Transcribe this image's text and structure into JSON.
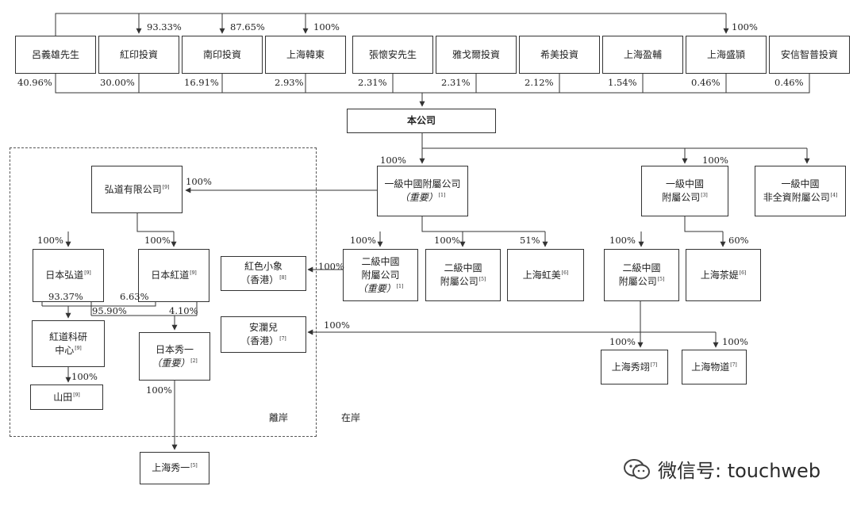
{
  "shareholders": [
    {
      "name": "呂義雄先生",
      "pct": "40.96%"
    },
    {
      "name": "紅印投資",
      "pct": "30.00%"
    },
    {
      "name": "南印投資",
      "pct": "16.91%"
    },
    {
      "name": "上海韓東",
      "pct": "2.93%"
    },
    {
      "name": "張懷安先生",
      "pct": "2.31%"
    },
    {
      "name": "雅戈爾投資",
      "pct": "2.31%"
    },
    {
      "name": "希美投資",
      "pct": "2.12%"
    },
    {
      "name": "上海盈輔",
      "pct": "1.54%"
    },
    {
      "name": "上海盛頴",
      "pct": "0.46%"
    },
    {
      "name": "安信智普投資",
      "pct": "0.46%"
    }
  ],
  "top_links": [
    "93.33%",
    "87.65%",
    "100%",
    "100%"
  ],
  "company": "本公司",
  "pct_100": "100%",
  "pct_51": "51%",
  "pct_60": "60%",
  "pct_9337": "93.37%",
  "pct_663": "6.63%",
  "pct_9590": "95.90%",
  "pct_410": "4.10%",
  "important": "（重要）",
  "first_level_a": {
    "line1": "一級中國附屬公司",
    "note": "[1]"
  },
  "first_level_b": {
    "line1": "一級中國",
    "line2": "附屬公司",
    "note": "[3]"
  },
  "first_level_c": {
    "line1": "一級中國",
    "line2": "非全資附屬公司",
    "note": "[4]"
  },
  "second_level_a": {
    "line1": "二級中國",
    "line2": "附屬公司",
    "note": "[1]"
  },
  "second_level_b": {
    "line1": "二級中國",
    "line2": "附屬公司",
    "note": "[5]"
  },
  "shanghai_hongmei": {
    "name": "上海虹美",
    "note": "[6]"
  },
  "second_level_c": {
    "line1": "二級中國",
    "line2": "附屬公司",
    "note": "[5]"
  },
  "shanghai_chaxu": {
    "name": "上海茶媞",
    "note": "[6]"
  },
  "shanghai_xiuyi": {
    "name": "上海秀翊",
    "note": "[7]"
  },
  "shanghai_wudao": {
    "name": "上海物道",
    "note": "[7]"
  },
  "hongdao_ltd": {
    "name": "弘道有限公司",
    "note": "[9]"
  },
  "japan_hongdao": {
    "name": "日本弘道",
    "note": "[9]"
  },
  "japan_hongdao2": {
    "name": "日本紅道",
    "note": "[9]"
  },
  "red_elephant": {
    "line1": "紅色小象",
    "line2": "（香港）",
    "note": "[8]"
  },
  "anlan": {
    "line1": "安瀾兒",
    "line2": "（香港）",
    "note": "[7]"
  },
  "hongdao_research": {
    "line1": "紅道科研",
    "line2": "中心",
    "note": "[9]"
  },
  "japan_xiuyi": {
    "name": "日本秀一",
    "note": "[2]"
  },
  "yamada": {
    "name": "山田",
    "note": "[9]"
  },
  "shanghai_xiuyi_1": {
    "name": "上海秀一",
    "note": "[5]"
  },
  "offshore": "離岸",
  "onshore": "在岸",
  "watermark": "微信号: touchweb"
}
